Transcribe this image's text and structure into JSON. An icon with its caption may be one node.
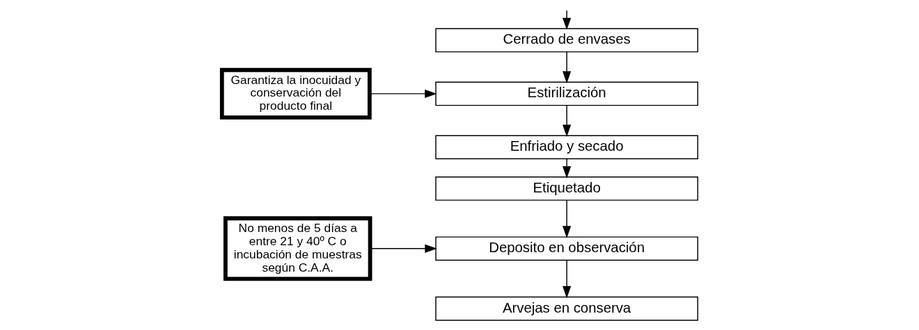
{
  "diagram": {
    "nodes": [
      {
        "text": [
          "Cerrado de envases"
        ]
      },
      {
        "text": [
          "Estirilización"
        ]
      },
      {
        "text": [
          "Enfriado y secado"
        ]
      },
      {
        "text": [
          "Etiquetado"
        ]
      },
      {
        "text": [
          "Deposito en observación"
        ]
      },
      {
        "text": [
          "Arvejas en conserva"
        ]
      },
      {
        "text": [
          "Garantiza la inocuidad y conservación del producto final"
        ]
      },
      {
        "text": [
          "No menos de 5 días a entre 21 y 40º C o incubación de muestras según C.A.A."
        ]
      }
    ],
    "edges": [
      {
        "from": null,
        "to": 0,
        "arrow": "to"
      },
      {
        "from": 0,
        "to": 1,
        "arrow": "to"
      },
      {
        "from": 1,
        "to": 2,
        "arrow": "to"
      },
      {
        "from": 2,
        "to": 3,
        "arrow": "to"
      },
      {
        "from": 3,
        "to": 4,
        "arrow": "to"
      },
      {
        "from": 4,
        "to": 5,
        "arrow": "to"
      },
      {
        "from": 6,
        "to": 1,
        "arrow": "to"
      },
      {
        "from": 7,
        "to": 4,
        "arrow": "to"
      }
    ]
  }
}
